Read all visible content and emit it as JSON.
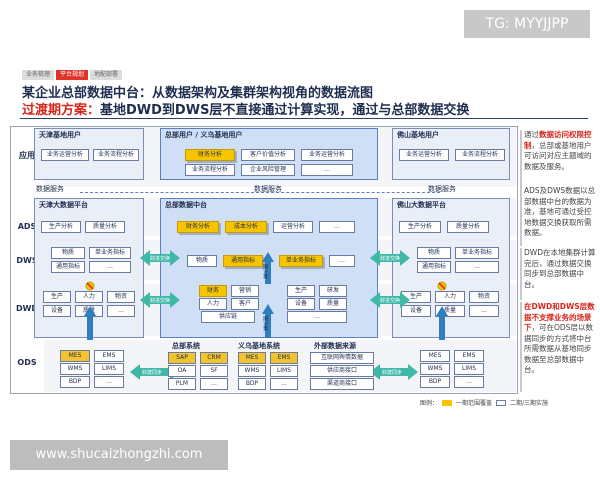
{
  "watermark_top": "TG: MYYJJPP",
  "watermark_bottom": "www.shucaizhongzhi.com",
  "tabs": [
    {
      "label": "业务梳理",
      "active": false
    },
    {
      "label": "平台规划",
      "active": true
    },
    {
      "label": "地配部署",
      "active": false
    }
  ],
  "title": {
    "line1": "某企业总部数据中台：从数据架构及集群架构视角的数据流图",
    "line2_prefix": "过渡期方案：",
    "line2_rest": "基地DWD到DWS层不直接通过计算实现，通过与总部数据交换"
  },
  "layers": {
    "app": "应用",
    "ads": "ADS",
    "dws": "DWS",
    "dwd": "DWD",
    "ods": "ODS"
  },
  "app": {
    "tianjin": {
      "title": "天津基地用户",
      "boxes": [
        "业务运营分析",
        "业务流程分析"
      ]
    },
    "hq": {
      "title": "总部用户 / 义乌基地用户",
      "boxes": [
        "财务分析",
        "客户价值分析",
        "业务运营分析",
        "业务流程分析",
        "企业风险管理",
        "..."
      ]
    },
    "foshan": {
      "title": "佛山基地用户",
      "boxes": [
        "业务运营分析",
        "业务流程分析"
      ]
    },
    "service_label": "数据服务"
  },
  "ads_dws_dwd": {
    "tianjin": {
      "title": "天津大数据平台",
      "ads": [
        "生产分析",
        "质量分析"
      ],
      "dws": [
        "物质",
        "单业务指标",
        "通用指标",
        "..."
      ],
      "dwd": [
        "生产",
        "人力",
        "物资",
        "设备",
        "质量",
        "..."
      ]
    },
    "hq": {
      "title": "总部数据中台",
      "ads": [
        "财务分析",
        "成本分析",
        "运营分析",
        "..."
      ],
      "dws": [
        "物质",
        "通用指标",
        "单业务指标",
        "..."
      ],
      "dwd": [
        "财务",
        "营销",
        "生产",
        "研发",
        "人力",
        "客户",
        "设备",
        "质量",
        "供应链",
        "..."
      ]
    },
    "foshan": {
      "title": "佛山大数据平台",
      "ads": [
        "生产分析",
        "质量分析"
      ],
      "dws": [
        "物质",
        "单业务指标",
        "通用指标",
        "..."
      ],
      "dwd": [
        "生产",
        "人力",
        "物资",
        "设备",
        "质量",
        "..."
      ]
    }
  },
  "arrows": {
    "exchange": "财进交换",
    "sync": "财建同步",
    "compute": "期计算"
  },
  "ods": {
    "tianjin": [
      "MES",
      "EMS",
      "WMS",
      "LIMS",
      "BDP",
      "..."
    ],
    "hq": {
      "title": "总部系统",
      "boxes": [
        "SAP",
        "CRM",
        "OA",
        "SF",
        "PLM",
        "..."
      ]
    },
    "yiwu": {
      "title": "义乌基地系统",
      "boxes": [
        "MES",
        "EMS",
        "WMS",
        "LIMS",
        "BDP",
        "..."
      ]
    },
    "ext": {
      "title": "外部数据来源",
      "boxes": [
        "互联网舆情数据",
        "供应商接口",
        "渠道商接口"
      ]
    },
    "foshan": [
      "MES",
      "EMS",
      "WMS",
      "LIMS",
      "BDP",
      "..."
    ]
  },
  "notes": [
    {
      "pre": "通过",
      "hl": "数据访问权限控制",
      "post": "，总部或基地用户可访问对应主题域的数据及服务。"
    },
    {
      "pre": "ADS及DWS数据以总部数据中台的数据为准，基地可通过",
      "hl": "",
      "post": "受控地数据交换获取所需数据。"
    },
    {
      "pre": "DWD在本地集群计算完后，通过数据交换同步到总部数据中台。",
      "hl": "",
      "post": ""
    },
    {
      "pre": "",
      "hl": "在DWD和DWS层数据不支撑业务的场景下",
      "post": "，可在ODS层以数据同步的方式将中台所需数据从基地同步数据至总部数据中台。"
    }
  ],
  "legend": {
    "label": "图例：",
    "item1": "一期范围覆盖",
    "item2": "二期/三期实施"
  },
  "colors": {
    "accent_red": "#d6261c",
    "navy": "#1f2d4f",
    "yellow": "#f7c400",
    "arrow_green": "#3fb8a8",
    "panel_blue": "#cfe0f6"
  }
}
